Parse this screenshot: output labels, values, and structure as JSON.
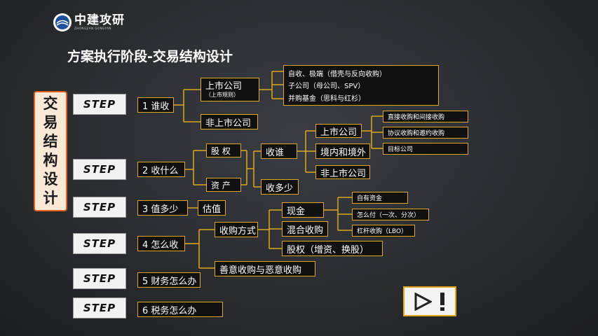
{
  "logo": {
    "name": "中建攻研",
    "subtitle": "ZHONGJIAN GONGYAN"
  },
  "title": "方案执行阶段-交易结构设计",
  "side_title": [
    "交",
    "易",
    "结",
    "构",
    "设",
    "计"
  ],
  "step_label": "STEP",
  "steps": [
    "1 谁收",
    "2 收什么",
    "3 值多少",
    "4 怎么收",
    "5 财务怎么办",
    "6 税务怎么办"
  ],
  "who": {
    "listed": "上市公司",
    "listed_note": "（上市规则）",
    "unlisted": "非上市公司",
    "methods": [
      "自收、极端（借壳与反向收购）",
      "子公司（母公司、SPV）",
      "并购基金（思科与红杉）"
    ]
  },
  "what": {
    "equity": "股 权",
    "assets": "资 产",
    "target": "收谁",
    "amount": "收多少",
    "targets": [
      "上市公司",
      "境内和境外",
      "非上市公司"
    ],
    "listed_methods": [
      "直接收购和间接收购",
      "协议收购和邀约收购",
      "目标公司"
    ]
  },
  "value": {
    "valuation": "估值"
  },
  "how": {
    "method": "收购方式",
    "options": [
      "现金",
      "混合收购",
      "股权（增资、换股）"
    ],
    "cash_sources": [
      "自有资金",
      "怎么付（一次、分次）",
      "杠杆收购（LBO）"
    ],
    "friendly": "善意收购与恶意收购"
  }
}
